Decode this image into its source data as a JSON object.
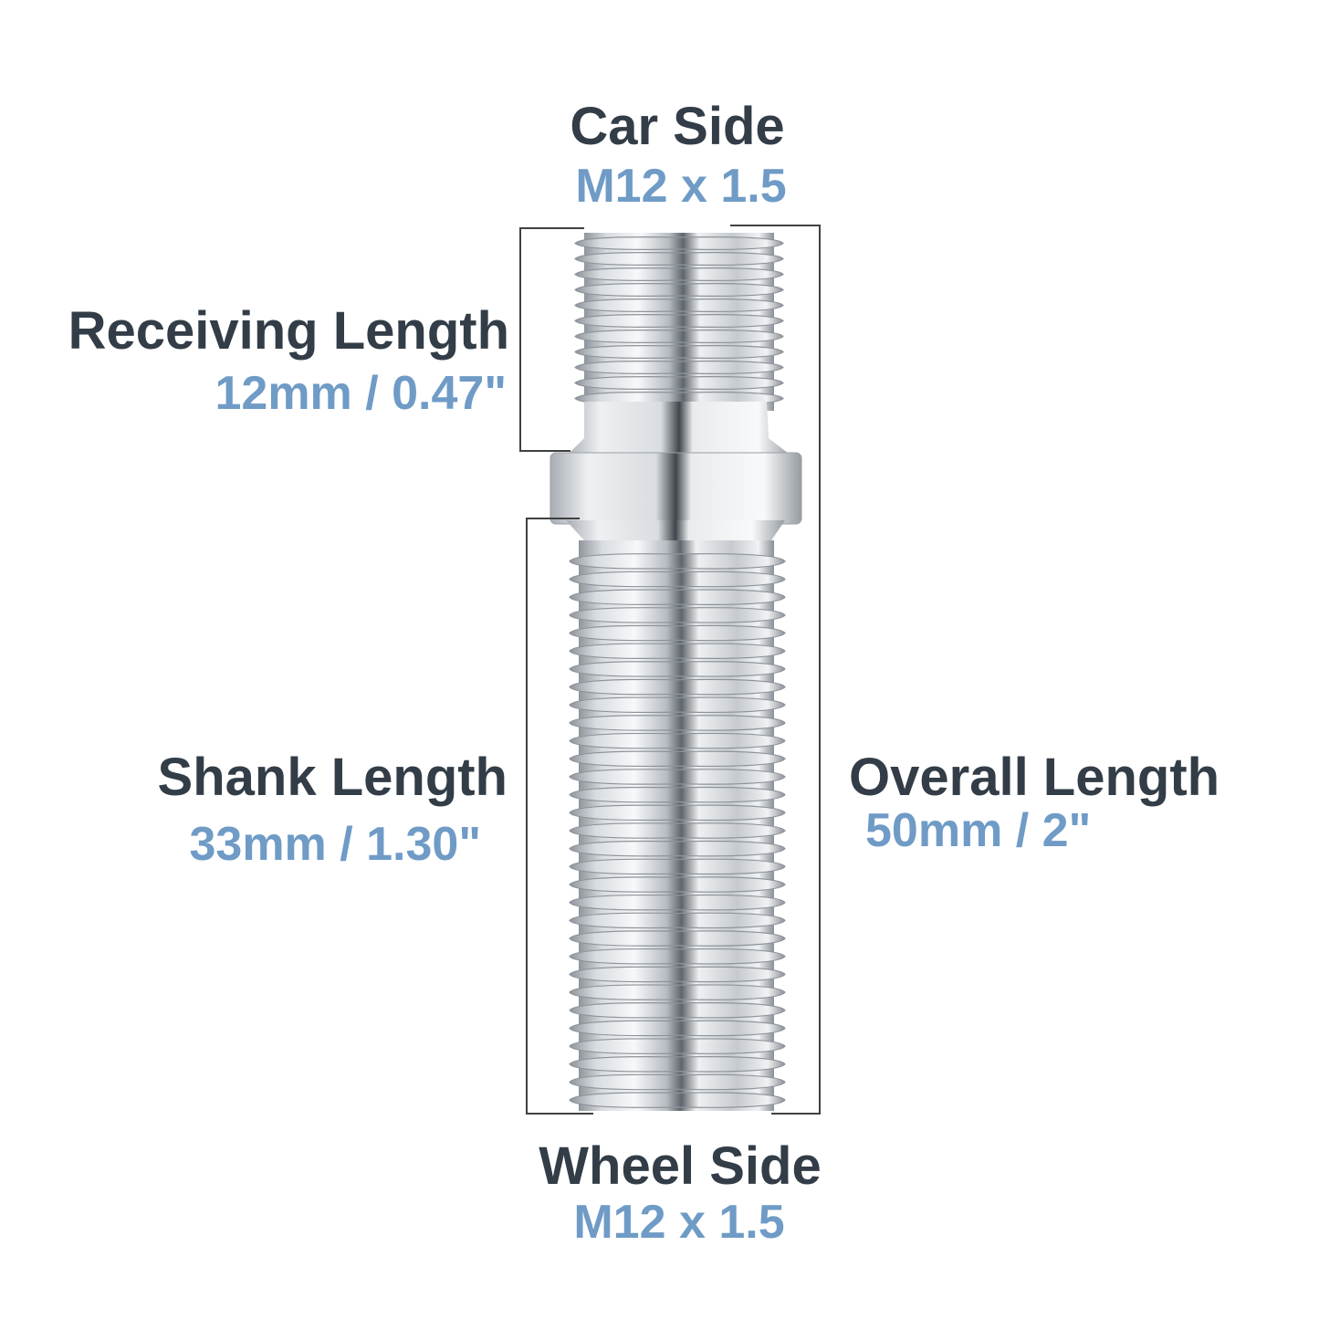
{
  "colors": {
    "title_text": "#333d47",
    "value_text": "#6f9bc6",
    "bracket_line": "#404040",
    "metal_light": "#f4f6f8",
    "metal_mid": "#c9cdd2",
    "metal_dark": "#6c7279"
  },
  "labels": {
    "car_side": {
      "title": "Car Side",
      "value": "M12 x 1.5"
    },
    "receiving_length": {
      "title": "Receiving Length",
      "value": "12mm / 0.47\""
    },
    "shank_length": {
      "title": "Shank Length",
      "value": "33mm / 1.30\""
    },
    "overall_length": {
      "title": "Overall Length",
      "value": "50mm / 2\""
    },
    "wheel_side": {
      "title": "Wheel Side",
      "value": "M12 x 1.5"
    }
  },
  "product": {
    "image_subject": "wheel-stud-extender",
    "upper_thread_ridges": 11,
    "lower_thread_ridges": 31
  }
}
